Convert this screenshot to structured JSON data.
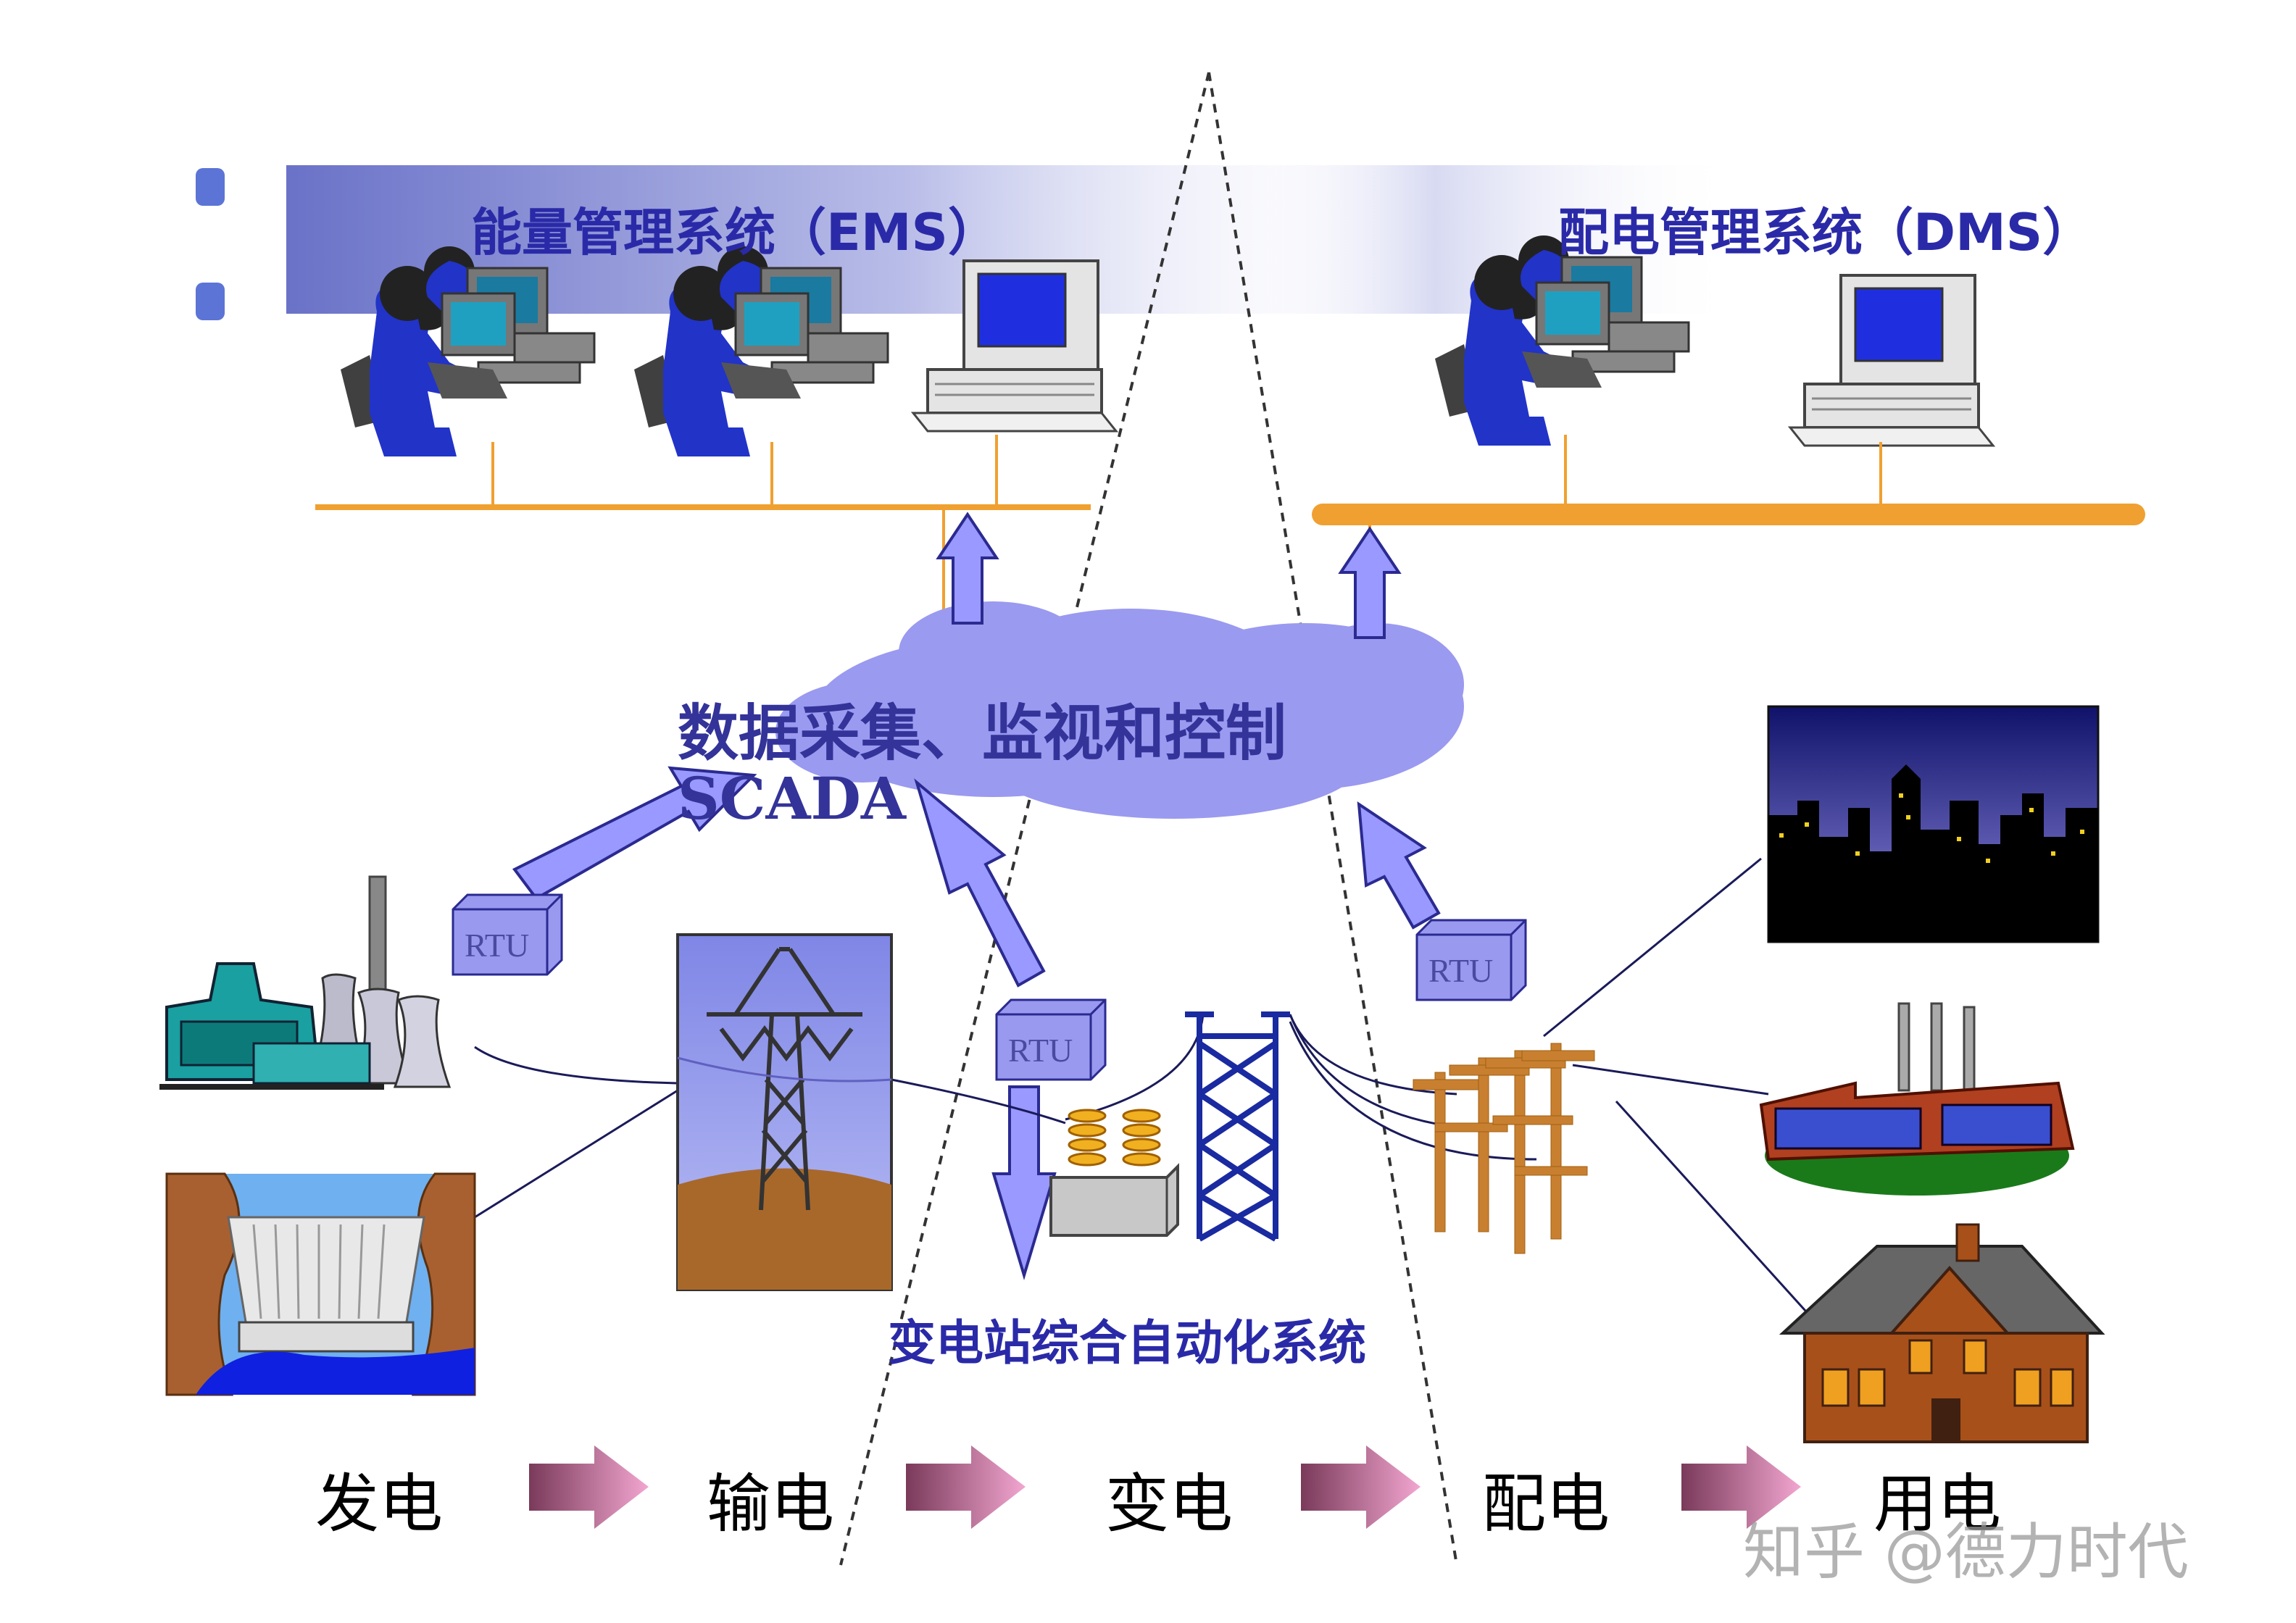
{
  "ems": {
    "title": "能量管理系统（EMS）"
  },
  "dms": {
    "title": "配电管理系统（DMS）"
  },
  "scada": {
    "title_cn": "数据采集、监视和控制",
    "title_en": "SCADA"
  },
  "rtu_label": "RTU",
  "substation_title": "变电站综合自动化系统",
  "flow": {
    "stages": [
      "发电",
      "输电",
      "变电",
      "配电",
      "用电"
    ]
  },
  "watermark": "知乎 @德力时代",
  "colors": {
    "bus": "#f0a030",
    "arrow_fill": "#9999ff",
    "arrow_stroke": "#2a2a90",
    "cloud": "#9a9af0",
    "title_text": "#2a2aa8"
  }
}
